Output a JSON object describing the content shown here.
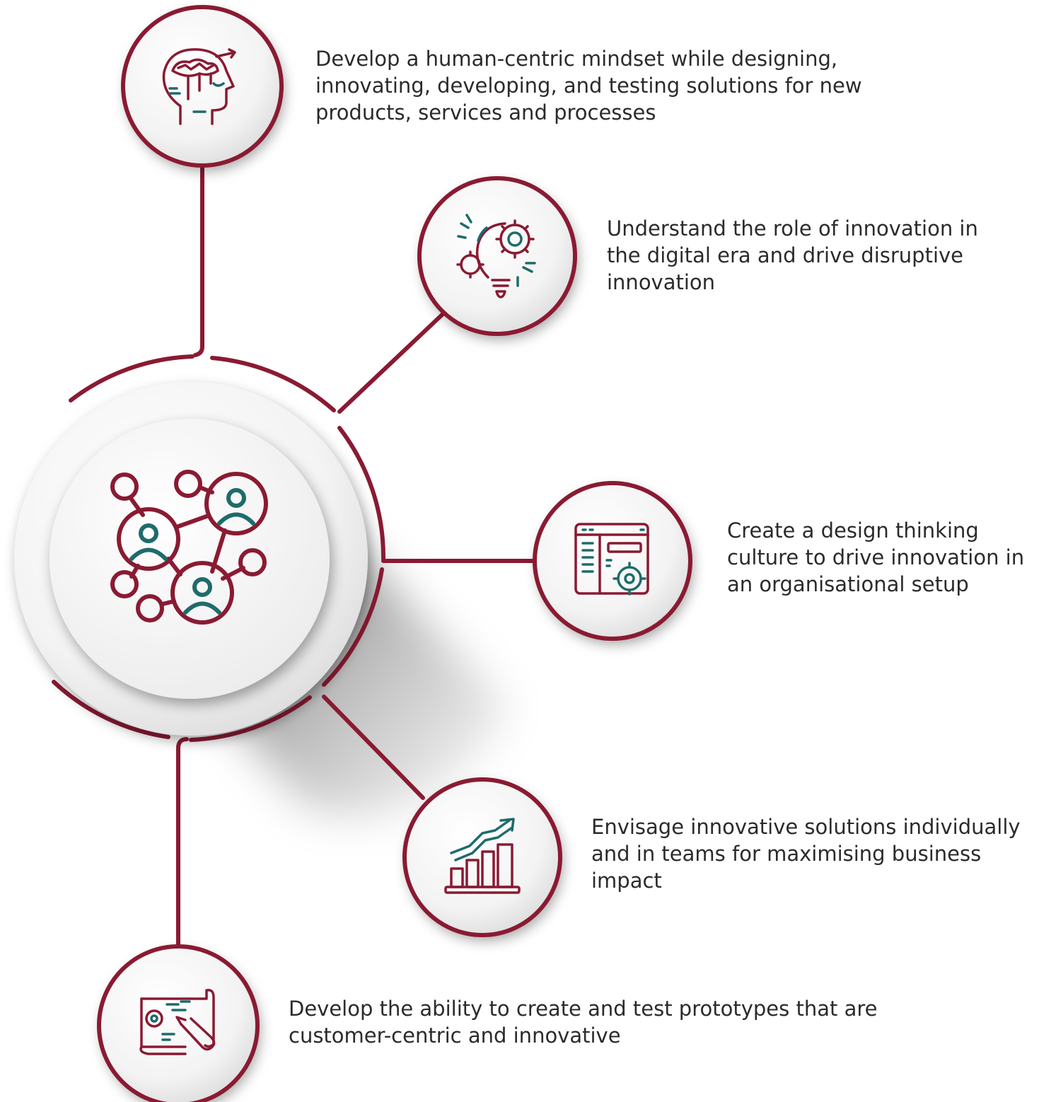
{
  "colors": {
    "accent": "#8a1a32",
    "icon_secondary": "#1f6b6b",
    "text": "#2b2b2b",
    "background": "#ffffff"
  },
  "center": {
    "icon": "network-people-icon"
  },
  "outcomes": [
    {
      "icon": "brain-head-growth-icon",
      "text": "Develop a human-centric mindset while designing, innovating, developing, and testing solutions for new products, services and processes"
    },
    {
      "icon": "lightbulb-gears-icon",
      "text": "Understand the role of innovation in the digital era and drive disruptive innovation"
    },
    {
      "icon": "browser-settings-icon",
      "text": "Create a design thinking culture to drive innovation in an organisational setup"
    },
    {
      "icon": "growth-bar-chart-icon",
      "text": "Envisage innovative solutions individually and in teams for maximising business impact"
    },
    {
      "icon": "prototype-blueprint-icon",
      "text": "Develop the ability to create and test prototypes that are customer-centric and innovative"
    }
  ]
}
